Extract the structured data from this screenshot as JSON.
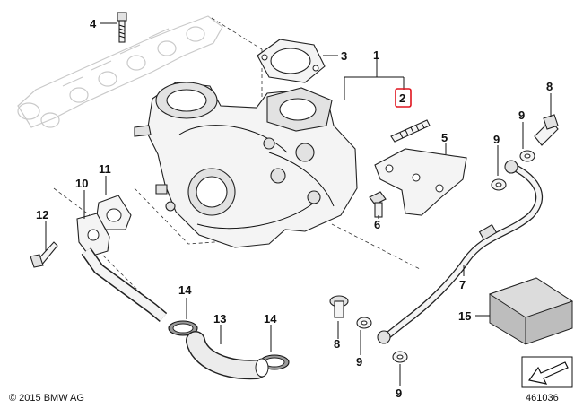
{
  "copyright": "© 2015 BMW AG",
  "diagram_number": "461036",
  "callouts": {
    "c1": "1",
    "c2": "2",
    "c3": "3",
    "c4": "4",
    "c5": "5",
    "c6": "6",
    "c7": "7",
    "c8a": "8",
    "c8b": "8",
    "c9a": "9",
    "c9b": "9",
    "c9c": "9",
    "c9d": "9",
    "c10": "10",
    "c11": "11",
    "c12": "12",
    "c13": "13",
    "c14a": "14",
    "c14b": "14",
    "c15": "15"
  },
  "colors": {
    "highlight": "#e0141e",
    "ink": "#111111",
    "ghost": "#c9c9c9"
  }
}
